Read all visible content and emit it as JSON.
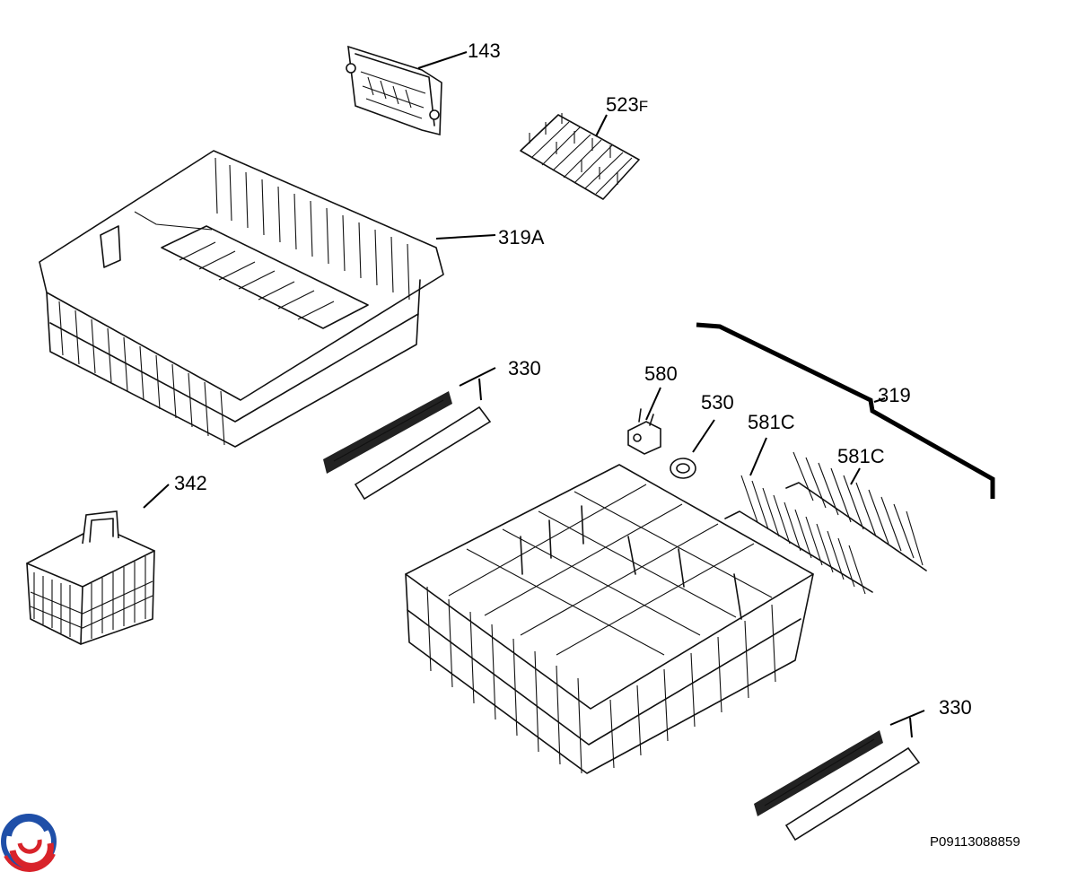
{
  "drawing_code": "P09113088859",
  "brand_colors": {
    "logo_blue": "#1f4fa8",
    "logo_red": "#d8232a"
  },
  "parts": [
    {
      "id": "143",
      "label": "143",
      "suffix": ""
    },
    {
      "id": "523F",
      "label": "523",
      "suffix": "F"
    },
    {
      "id": "319A",
      "label": "319A",
      "suffix": ""
    },
    {
      "id": "330a",
      "label": "330",
      "suffix": ""
    },
    {
      "id": "580",
      "label": "580",
      "suffix": ""
    },
    {
      "id": "530",
      "label": "530",
      "suffix": ""
    },
    {
      "id": "581Ca",
      "label": "581C",
      "suffix": ""
    },
    {
      "id": "319",
      "label": "319",
      "suffix": ""
    },
    {
      "id": "581Cb",
      "label": "581C",
      "suffix": ""
    },
    {
      "id": "342",
      "label": "342",
      "suffix": ""
    },
    {
      "id": "330b",
      "label": "330",
      "suffix": ""
    }
  ]
}
